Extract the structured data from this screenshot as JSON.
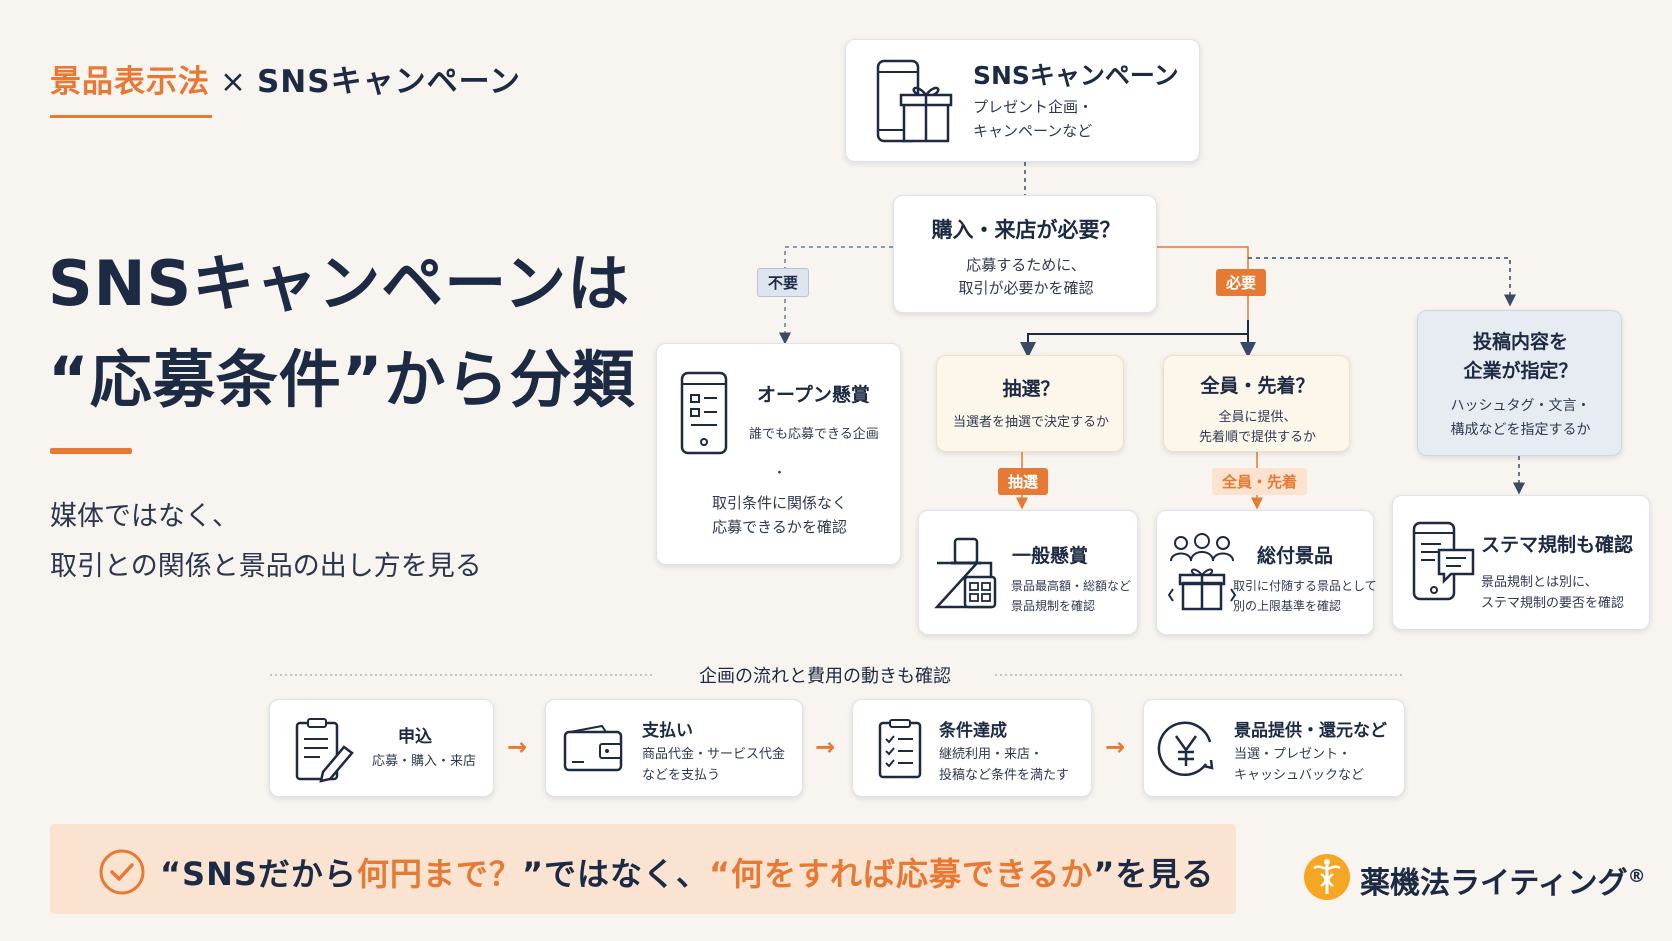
{
  "header": {
    "kicker_orange": "景品表示法",
    "kicker_cross": "×",
    "kicker_navy": "SNSキャンペーン",
    "headline_line1": "SNSキャンペーンは",
    "headline_line2": "“応募条件”から分類",
    "lead_line1": "媒体ではなく、",
    "lead_line2": "取引との関係と景品の出し方を見る"
  },
  "top_card": {
    "title": "SNSキャンペーン",
    "sub1": "プレゼント企画・",
    "sub2": "キャンペーンなど",
    "icon": "phone-gift-icon"
  },
  "question_card": {
    "title": "購入・来店が必要？",
    "sub1": "応募するために、",
    "sub2": "取引が必要かを確認"
  },
  "tags": {
    "unneeded": "不要",
    "needed": "必要",
    "lottery": "抽選",
    "all_first": "全員・先着"
  },
  "open_card": {
    "title": "オープン懸賞",
    "sub": "誰でも応募できる企画",
    "bullet": "・",
    "note1": "取引条件に関係なく",
    "note2": "応募できるかを確認",
    "icon": "phone-form-icon"
  },
  "lottery_q": {
    "title": "抽選？",
    "sub": "当選者を抽選で決定するか"
  },
  "allfirst_q": {
    "title": "全員・先着？",
    "sub1": "全員に提供、",
    "sub2": "先着順で提供するか"
  },
  "post_q": {
    "title1": "投稿内容を",
    "title2": "企業が指定？",
    "sub1": "ハッシュタグ・文言・",
    "sub2": "構成などを指定するか"
  },
  "general_card": {
    "title": "一般懸賞",
    "sub1": "景品最高額・総額など",
    "sub2": "景品規制を確認",
    "icon": "lottery-box-icon"
  },
  "sotsuke_card": {
    "title": "総付景品",
    "sub1": "取引に付随する景品として",
    "sub2": "別の上限基準を確認",
    "icon": "people-gift-icon"
  },
  "stema_card": {
    "title": "ステマ規制も確認",
    "sub1": "景品規制とは別に、",
    "sub2": "ステマ規制の要否を確認",
    "icon": "phone-chat-icon"
  },
  "flow": {
    "label": "企画の流れと費用の動きも確認",
    "steps": [
      {
        "title": "申込",
        "sub1": "応募・購入・来店",
        "sub2": "",
        "icon": "clipboard-pen-icon"
      },
      {
        "title": "支払い",
        "sub1": "商品代金・サービス代金",
        "sub2": "などを支払う",
        "icon": "wallet-icon"
      },
      {
        "title": "条件達成",
        "sub1": "継続利用・来店・",
        "sub2": "投稿など条件を満たす",
        "icon": "checklist-icon"
      },
      {
        "title": "景品提供・還元など",
        "sub1": "当選・プレゼント・",
        "sub2": "キャッシュバックなど",
        "icon": "yen-cycle-icon"
      }
    ],
    "arrow": "→"
  },
  "bottom": {
    "q1": "“SNSだから",
    "q2": "何円まで？",
    "q3": "”ではなく、",
    "q4": "“何をすれば応募できるか",
    "q5": "”を見る",
    "icon": "check-circle-icon"
  },
  "brand": {
    "name": "薬機法ライティング",
    "mark": "®",
    "icon": "caduceus-icon"
  },
  "colors": {
    "navy": "#1d2a44",
    "orange": "#e67a35",
    "background": "#f8f4ef"
  }
}
